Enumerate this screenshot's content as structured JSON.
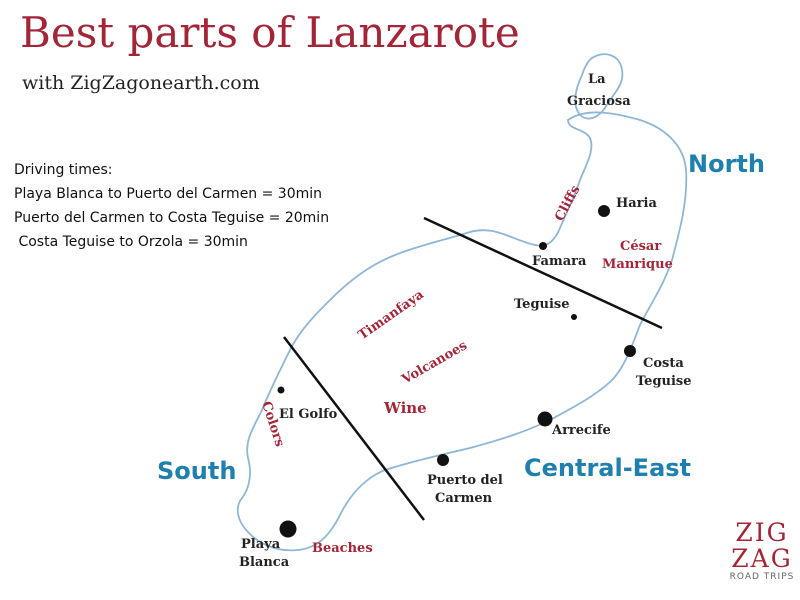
{
  "title": "Best parts of Lanzarote",
  "subtitle": "with ZigZagonearth.com",
  "driving_times": {
    "heading": "Driving times:",
    "lines": [
      "Playa Blanca to Puerto del Carmen = 30min",
      "Puerto del Carmen to Costa Teguise = 20min",
      " Costa Teguise to Orzola = 30min"
    ]
  },
  "regions": {
    "north": "North",
    "central_east": "Central-East",
    "south": "South"
  },
  "places": {
    "la_graciosa_1": "La",
    "la_graciosa_2": "Graciosa",
    "haria": "Haria",
    "famara": "Famara",
    "teguise": "Teguise",
    "costa_teguise_1": "Costa",
    "costa_teguise_2": "Teguise",
    "arrecife": "Arrecife",
    "puerto_del_carmen_1": "Puerto del",
    "puerto_del_carmen_2": "Carmen",
    "el_golfo": "El Golfo",
    "playa_blanca_1": "Playa",
    "playa_blanca_2": "Blanca"
  },
  "themes": {
    "cliffs": "Cliffs",
    "cesar_1": "César",
    "cesar_2": "Manrique",
    "timanfaya": "Timanfaya",
    "volcanoes": "Volcanoes",
    "wine": "Wine",
    "colors": "Colors",
    "beaches": "Beaches"
  },
  "logo": {
    "line1": "ZIG",
    "line2": "ZAG",
    "line3": "ROAD TRIPS"
  },
  "colors": {
    "title": "#a32638",
    "region": "#1f7fae",
    "coast": "#8fb6d6",
    "theme": "#a32638"
  }
}
